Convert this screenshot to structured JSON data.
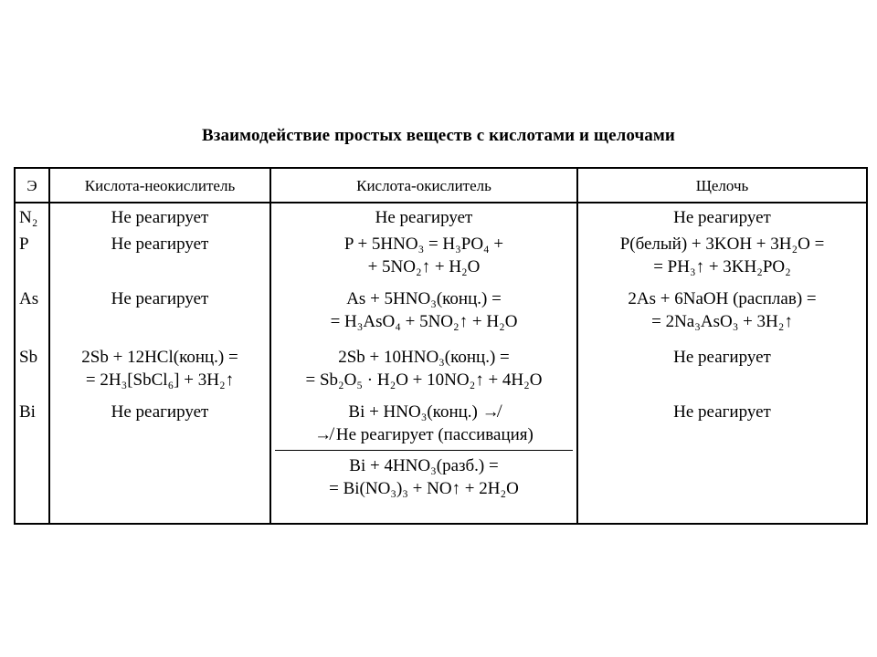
{
  "title": "Взаимодействие простых веществ с кислотами и щелочами",
  "headers": {
    "element": "Э",
    "non_oxidizing_acid": "Кислота-неокислитель",
    "oxidizing_acid": "Кислота-окислитель",
    "alkali": "Щелочь"
  },
  "rows": [
    {
      "element": "N₂",
      "non_oxidizing_acid": [
        "Не реагирует"
      ],
      "oxidizing_acid": [
        "Не реагирует"
      ],
      "alkali": [
        "Не реагирует"
      ]
    },
    {
      "element": "P",
      "non_oxidizing_acid": [
        "Не реагирует"
      ],
      "oxidizing_acid": [
        "P + 5HNO₃ = H₃PO₄ +",
        "+ 5NO₂↑ + H₂O"
      ],
      "alkali": [
        "P(белый) + 3KOH + 3H₂O =",
        "= PH₃↑ + 3KH₂PO₂"
      ]
    },
    {
      "element": "As",
      "non_oxidizing_acid": [
        "Не реагирует"
      ],
      "oxidizing_acid": [
        "As + 5HNO₃(конц.) =",
        "= H₃AsO₄ + 5NO₂↑ + H₂O"
      ],
      "alkali": [
        "2As + 6NaOH (расплав) =",
        "= 2Na₃AsO₃ + 3H₂↑"
      ]
    },
    {
      "element": "Sb",
      "non_oxidizing_acid": [
        "2Sb + 12HCl(конц.) =",
        "= 2H₃[SbCl₆] + 3H₂↑"
      ],
      "oxidizing_acid": [
        "2Sb + 10HNO₃(конц.) =",
        "= Sb₂O₅ · H₂O + 10NO₂↑ + 4H₂O"
      ],
      "alkali": [
        "Не реагирует"
      ]
    },
    {
      "element": "Bi",
      "non_oxidizing_acid": [
        "Не реагирует"
      ],
      "oxidizing_acid": [
        "Bi + HNO₃(конц.) ↛",
        "↛ Не реагирует (пассивация)"
      ],
      "oxidizing_acid_2": [
        "Bi + 4HNO₃(разб.) =",
        "= Bi(NO₃)₃ + NO↑ + 2H₂O"
      ],
      "alkali": [
        "Не реагирует"
      ]
    }
  ]
}
